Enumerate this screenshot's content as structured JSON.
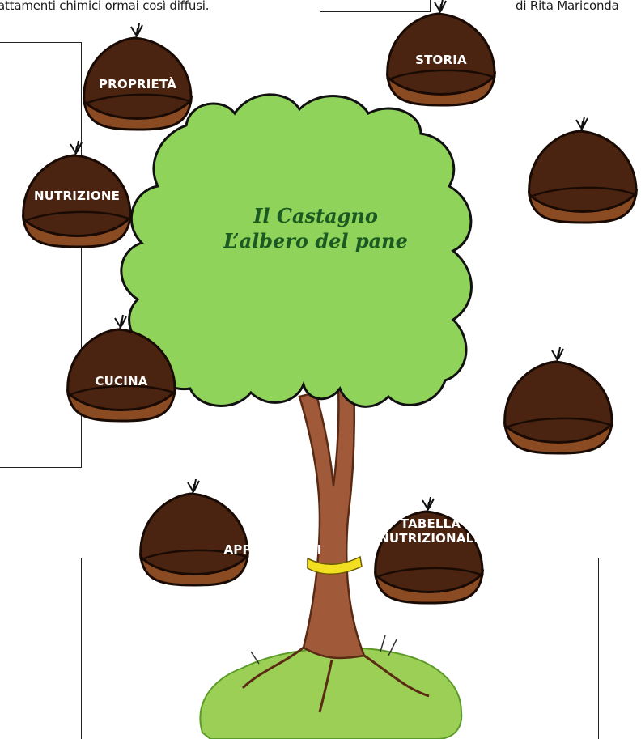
{
  "header": {
    "intro_fragment": "attamenti chimici ormai così diffusi.",
    "author": "di Rita Mariconda"
  },
  "tree": {
    "title_line1": "Il Castagno",
    "title_line2": "L’albero del pane"
  },
  "chestnuts": {
    "proprieta": "PROPRIETÀ",
    "storia": "STORIA",
    "nutrizione": "NUTRIZIONE",
    "cucina": "CUCINA",
    "applicazioni": "APPLICAZIONI",
    "tabella_line1": "TABELLA",
    "tabella_line2": "NUTRIZIONALE"
  },
  "colors": {
    "foliage": "#8fd35a",
    "trunk": "#a05a3a",
    "chestnut_body": "#4a2410",
    "chestnut_base": "#8a4a22",
    "grass": "#9bcf55",
    "ribbon": "#f2e020"
  }
}
